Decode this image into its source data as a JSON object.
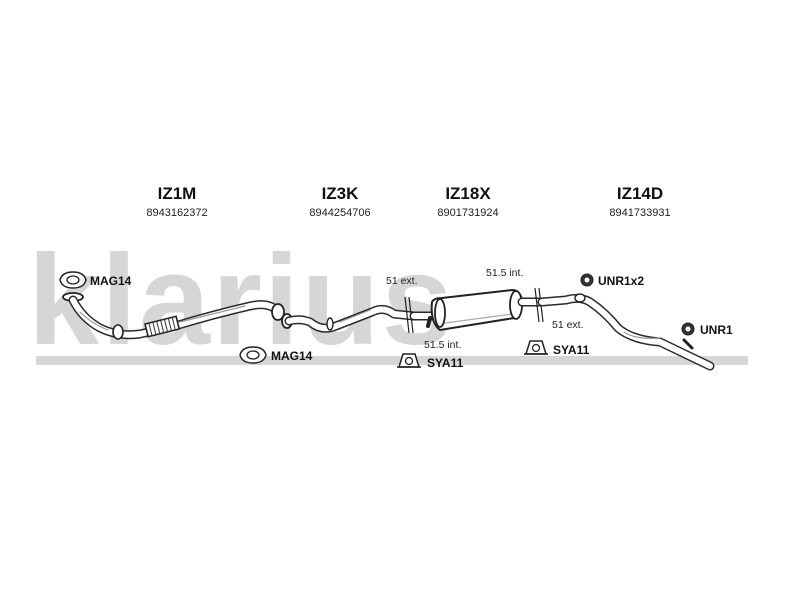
{
  "watermark": "klarius",
  "parts": [
    {
      "code": "IZ1M",
      "number": "8943162372"
    },
    {
      "code": "IZ3K",
      "number": "8944254706"
    },
    {
      "code": "IZ18X",
      "number": "8901731924"
    },
    {
      "code": "IZ14D",
      "number": "8941733931"
    }
  ],
  "accessories": [
    {
      "label": "MAG14",
      "icon": "gasket-icon"
    },
    {
      "label": "MAG14",
      "icon": "gasket-icon"
    },
    {
      "label": "SYA11",
      "icon": "mounting-bracket-icon"
    },
    {
      "label": "SYA11",
      "icon": "mounting-bracket-icon"
    },
    {
      "label": "UNR1x2",
      "icon": "rubber-hanger-icon"
    },
    {
      "label": "UNR1",
      "icon": "rubber-hanger-icon"
    }
  ],
  "dimensions": {
    "front_ext": "51 ext.",
    "front_int": "51.5 int.",
    "rear_int": "51.5 int.",
    "rear_ext": "51 ext."
  }
}
